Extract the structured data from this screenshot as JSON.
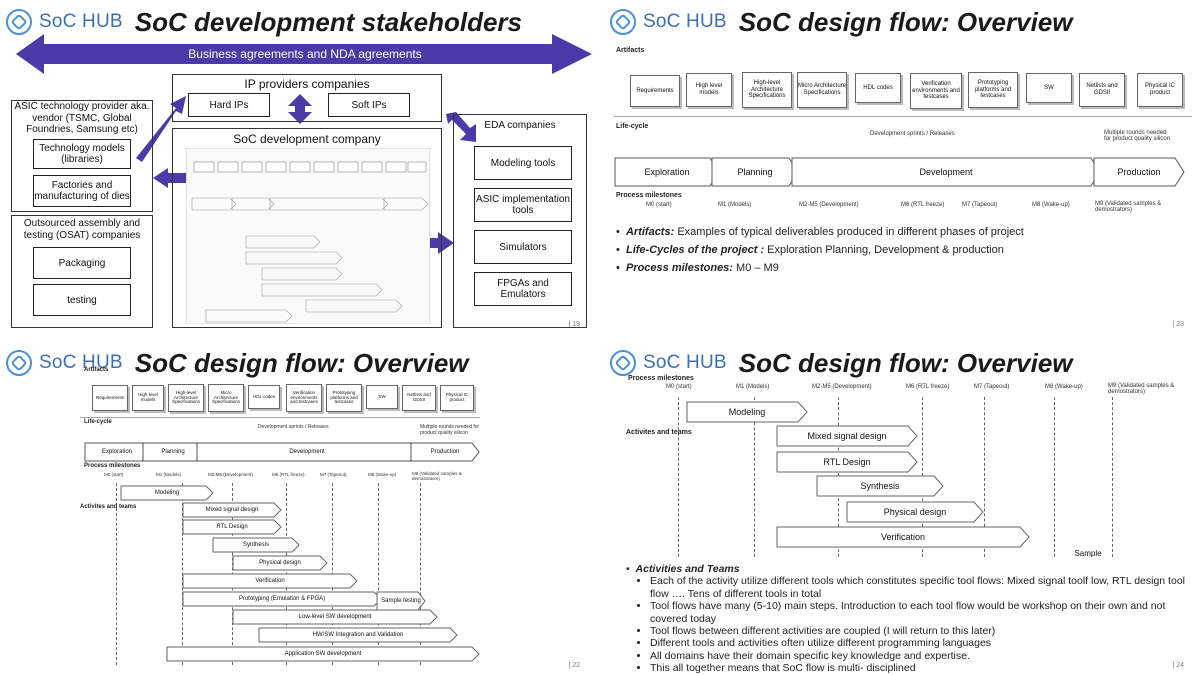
{
  "brand": "SoC HUB",
  "slide1": {
    "title": "SoC development stakeholders",
    "banner": "Business agreements and NDA agreements",
    "ip_group": "IP providers companies",
    "hard_ips": "Hard IPs",
    "soft_ips": "Soft IPs",
    "asic_group": "ASIC technology provider aka. vendor  (TSMC, Global Foundries, Samsung etc)",
    "tech_models": "Technology models (libraries)",
    "factories": "Factories and manufacturing of dies",
    "osat_group": "Outsourced assembly and testing (OSAT) companies",
    "packaging": "Packaging",
    "testing": "testing",
    "soc_company": "SoC development company",
    "eda_group": "EDA companies",
    "modeling_tools": "Modeling tools",
    "asic_impl": "ASIC implementation tools",
    "simulators": "Simulators",
    "fpgas": "FPGAs and Emulators",
    "page": "| 19"
  },
  "slide2": {
    "title": "SoC design flow: Overview",
    "artifacts_label": "Artifacts",
    "artifacts": [
      "Requirements",
      "High level models",
      "High-level Architecture Specifications",
      "Micro Architecture Specifications",
      "HDL codes",
      "Verification environments and testcases",
      "Prototyping platforms and testcases",
      "SW",
      "Netlists and GDSII",
      "Physical IC product"
    ],
    "lifecycle_label": "Life-cycle",
    "sprints": "Development sprints / Releases",
    "multiple_rounds": "Multiple rounds needed for product quality silicon",
    "phases": [
      "Exploration",
      "Planning",
      "Development",
      "Production"
    ],
    "milestones_label": "Process milestones",
    "milestones": [
      "M0 (start)",
      "M1 (Models)",
      "M2-M5 (Development)",
      "M6 (RTL freeze)",
      "M7 (Tapeout)",
      "M8 (Wake-up)",
      "M9 (Validated samples & demostrators)"
    ],
    "bullets": [
      {
        "head": "Artifacts:",
        "text": " Examples of typical deliverables produced in different phases of project"
      },
      {
        "head": "Life-Cycles of the project :",
        "text": " Exploration Planning, Development & production"
      },
      {
        "head": "Process milestones:",
        "text": " M0 – M9"
      }
    ],
    "page": "| 23"
  },
  "slide3": {
    "title": "SoC design flow: Overview",
    "activities_label": "Activites and teams",
    "activities": [
      "Modeling",
      "Mixed signal design",
      "RTL Design",
      "Synthesis",
      "Physical design",
      "Verification",
      "Prototyping (Emulation & FPGA)",
      "Sample testing",
      "Low-level SW development",
      "HW/SW Integration and Validation",
      "Application SW development"
    ],
    "page": "| 22"
  },
  "slide4": {
    "title": "SoC design flow: Overview",
    "activities": [
      "Modeling",
      "Mixed signal design",
      "RTL Design",
      "Synthesis",
      "Physical design",
      "Verification",
      "Sample"
    ],
    "section": "Activities and Teams",
    "bullets": [
      "Each of the activity utilize different tools which constitutes specific tool flows: Mixed signal toolf low, RTL design tool flow …. Tens of different tools in total",
      "Tool flows have many (5-10) main steps. Introduction to each tool flow would be workshop on their own and not covered today",
      "Tool flows between different activities are coupled (I will return to this later)",
      "Different tools and activities often utilize different programming languages",
      "All domains have their domain specific key knowledge and expertise.",
      "This all together means that SoC flow is multi- disciplined"
    ],
    "page": "| 24"
  },
  "colors": {
    "accent": "#4b3aa8",
    "brand": "#3f6fb0"
  }
}
